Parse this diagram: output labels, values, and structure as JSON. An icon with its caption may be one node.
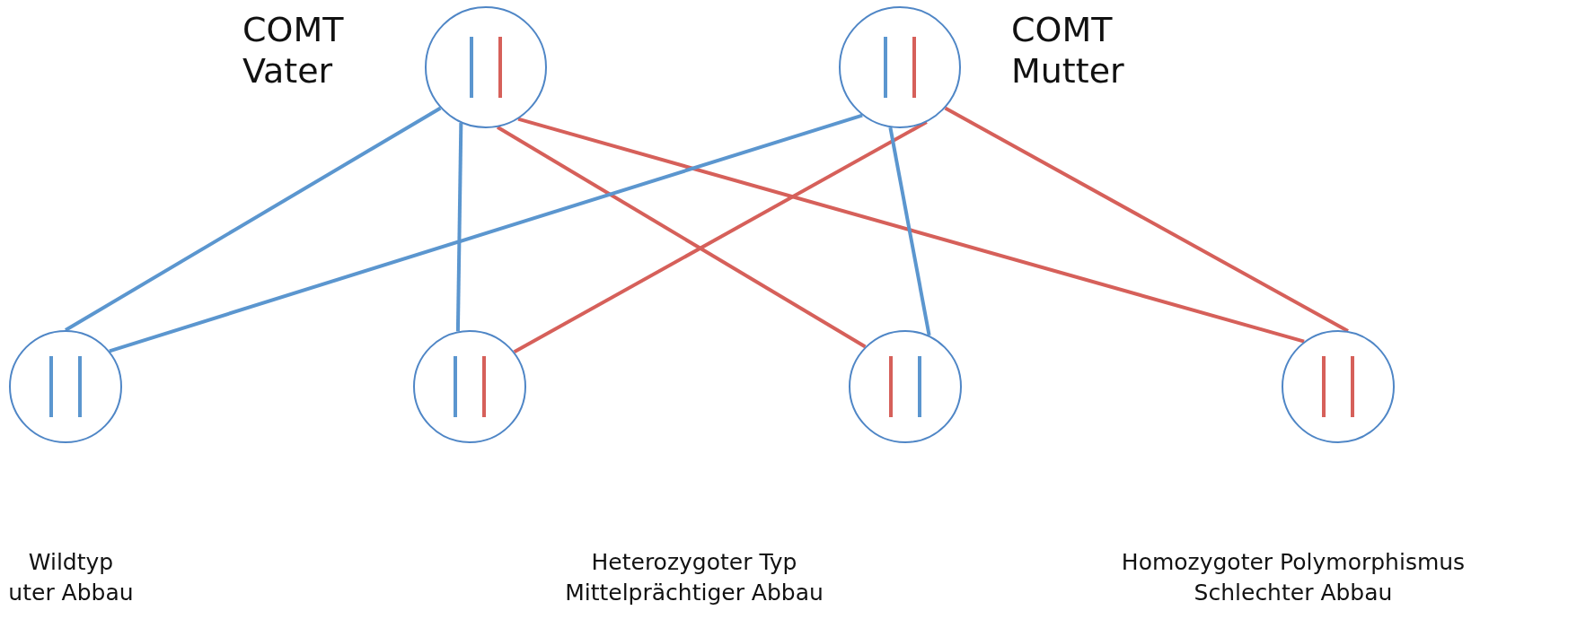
{
  "diagram": {
    "nodes": [
      {
        "text": [],
        "shape": "circle",
        "beside": [
          "COMT Vater"
        ]
      },
      {
        "text": [],
        "shape": "circle",
        "beside": [
          "COMT Mutter"
        ]
      },
      {
        "text": [],
        "shape": "circle"
      },
      {
        "text": [],
        "shape": "circle"
      },
      {
        "text": [],
        "shape": "circle"
      },
      {
        "text": [],
        "shape": "circle"
      }
    ],
    "edges": [
      {
        "from": 0,
        "to": 2,
        "arrow": "none",
        "color": "#5b96cf"
      },
      {
        "from": 0,
        "to": 3,
        "arrow": "none",
        "color": "#5b96cf"
      },
      {
        "from": 0,
        "to": 4,
        "arrow": "none",
        "color": "#d6605a"
      },
      {
        "from": 0,
        "to": 5,
        "arrow": "none",
        "color": "#d6605a"
      },
      {
        "from": 1,
        "to": 2,
        "arrow": "none",
        "color": "#5b96cf"
      },
      {
        "from": 1,
        "to": 3,
        "arrow": "none",
        "color": "#d6605a"
      },
      {
        "from": 1,
        "to": 4,
        "arrow": "none",
        "color": "#5b96cf"
      },
      {
        "from": 1,
        "to": 5,
        "arrow": "none",
        "color": "#d6605a"
      }
    ],
    "labels": [
      "Wildtyp uter Abbau",
      "Heterozygoter Typ Mittelprächtiger Abbau",
      "Homozygoter Polymorphismus Schlechter Abbau"
    ]
  }
}
